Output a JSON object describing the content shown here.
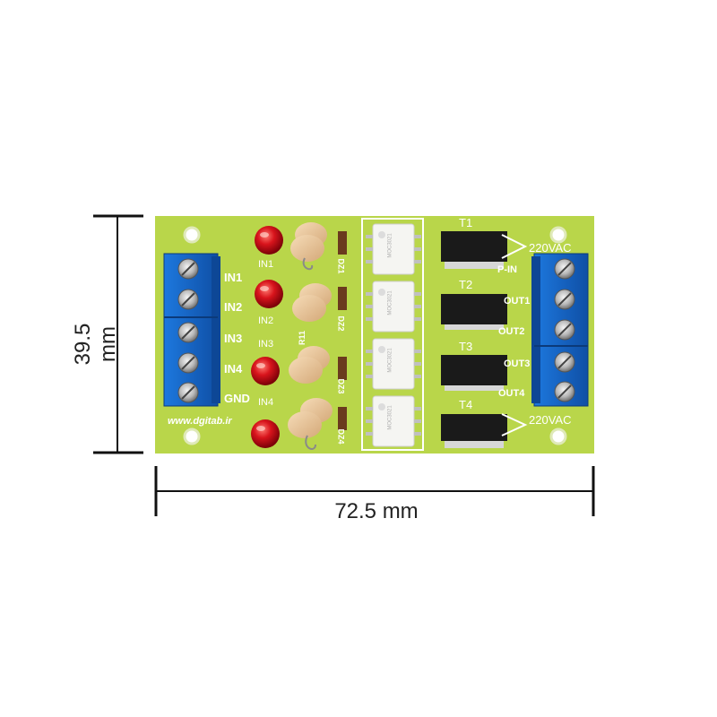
{
  "dimensions": {
    "height_label": "39.5 mm",
    "width_label": "72.5 mm"
  },
  "board": {
    "colors": {
      "pcb": "#b9d64a",
      "terminal_blue": "#1565c8",
      "led_red": "#d8141c",
      "resistor_tan": "#e9c9a0",
      "triac_black": "#1a1a1a"
    },
    "left_terminal_labels": [
      "IN1",
      "IN2",
      "IN3",
      "IN4",
      "GND"
    ],
    "led_labels": [
      "IN1",
      "IN2",
      "IN3",
      "IN4"
    ],
    "resistor_label": "R11",
    "zener_labels": [
      "DZ1",
      "DZ2",
      "DZ3",
      "DZ4"
    ],
    "optocoupler_markings": [
      "MOC3021",
      "MOC3021",
      "MOC3021",
      "MOC3021"
    ],
    "triac_labels": [
      "T1",
      "T2",
      "T3",
      "T4"
    ],
    "right_terminal_labels": [
      "P-IN",
      "OUT1",
      "OUT2",
      "OUT3",
      "OUT4"
    ],
    "voltage_labels": [
      "220VAC",
      "220VAC"
    ],
    "website": "www.dgitab.ir"
  }
}
